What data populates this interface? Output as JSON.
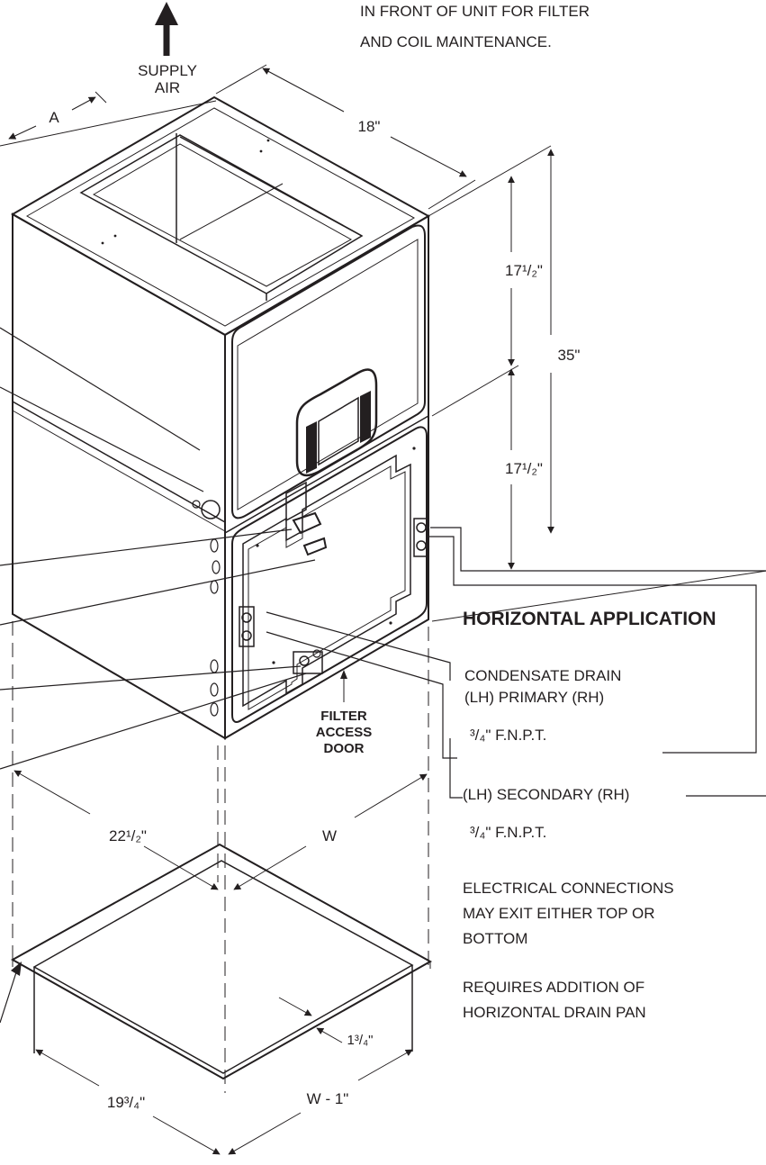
{
  "header_note": {
    "line1": "IN FRONT OF UNIT FOR FILTER",
    "line2": "AND COIL MAINTENANCE."
  },
  "supply_air": {
    "line1": "SUPPLY",
    "line2": "AIR"
  },
  "dimensions": {
    "a": "A",
    "depth_top": "18\"",
    "height_upper": "17¹/₂\"",
    "height_total": "35\"",
    "height_lower": "17¹/₂\"",
    "depth_base": "22¹/₂\"",
    "width": "W",
    "pan_inset": "1³/₄\"",
    "pan_depth": "19³/₄\"",
    "pan_width": "W - 1\""
  },
  "filter_door": {
    "line1": "FILTER",
    "line2": "ACCESS",
    "line3": "DOOR"
  },
  "notes": {
    "heading": "HORIZONTAL APPLICATION",
    "condensate_drain": "CONDENSATE DRAIN",
    "primary": "(LH)  PRIMARY  (RH)",
    "primary_size": "³/₄\" F.N.P.T.",
    "secondary": "(LH) SECONDARY (RH)",
    "secondary_size": "³/₄\" F.N.P.T.",
    "electrical_1": "ELECTRICAL CONNECTIONS",
    "electrical_2": "MAY EXIT EITHER TOP OR",
    "electrical_3": "BOTTOM",
    "requires_1": "REQUIRES ADDITION OF",
    "requires_2": "HORIZONTAL DRAIN PAN"
  }
}
